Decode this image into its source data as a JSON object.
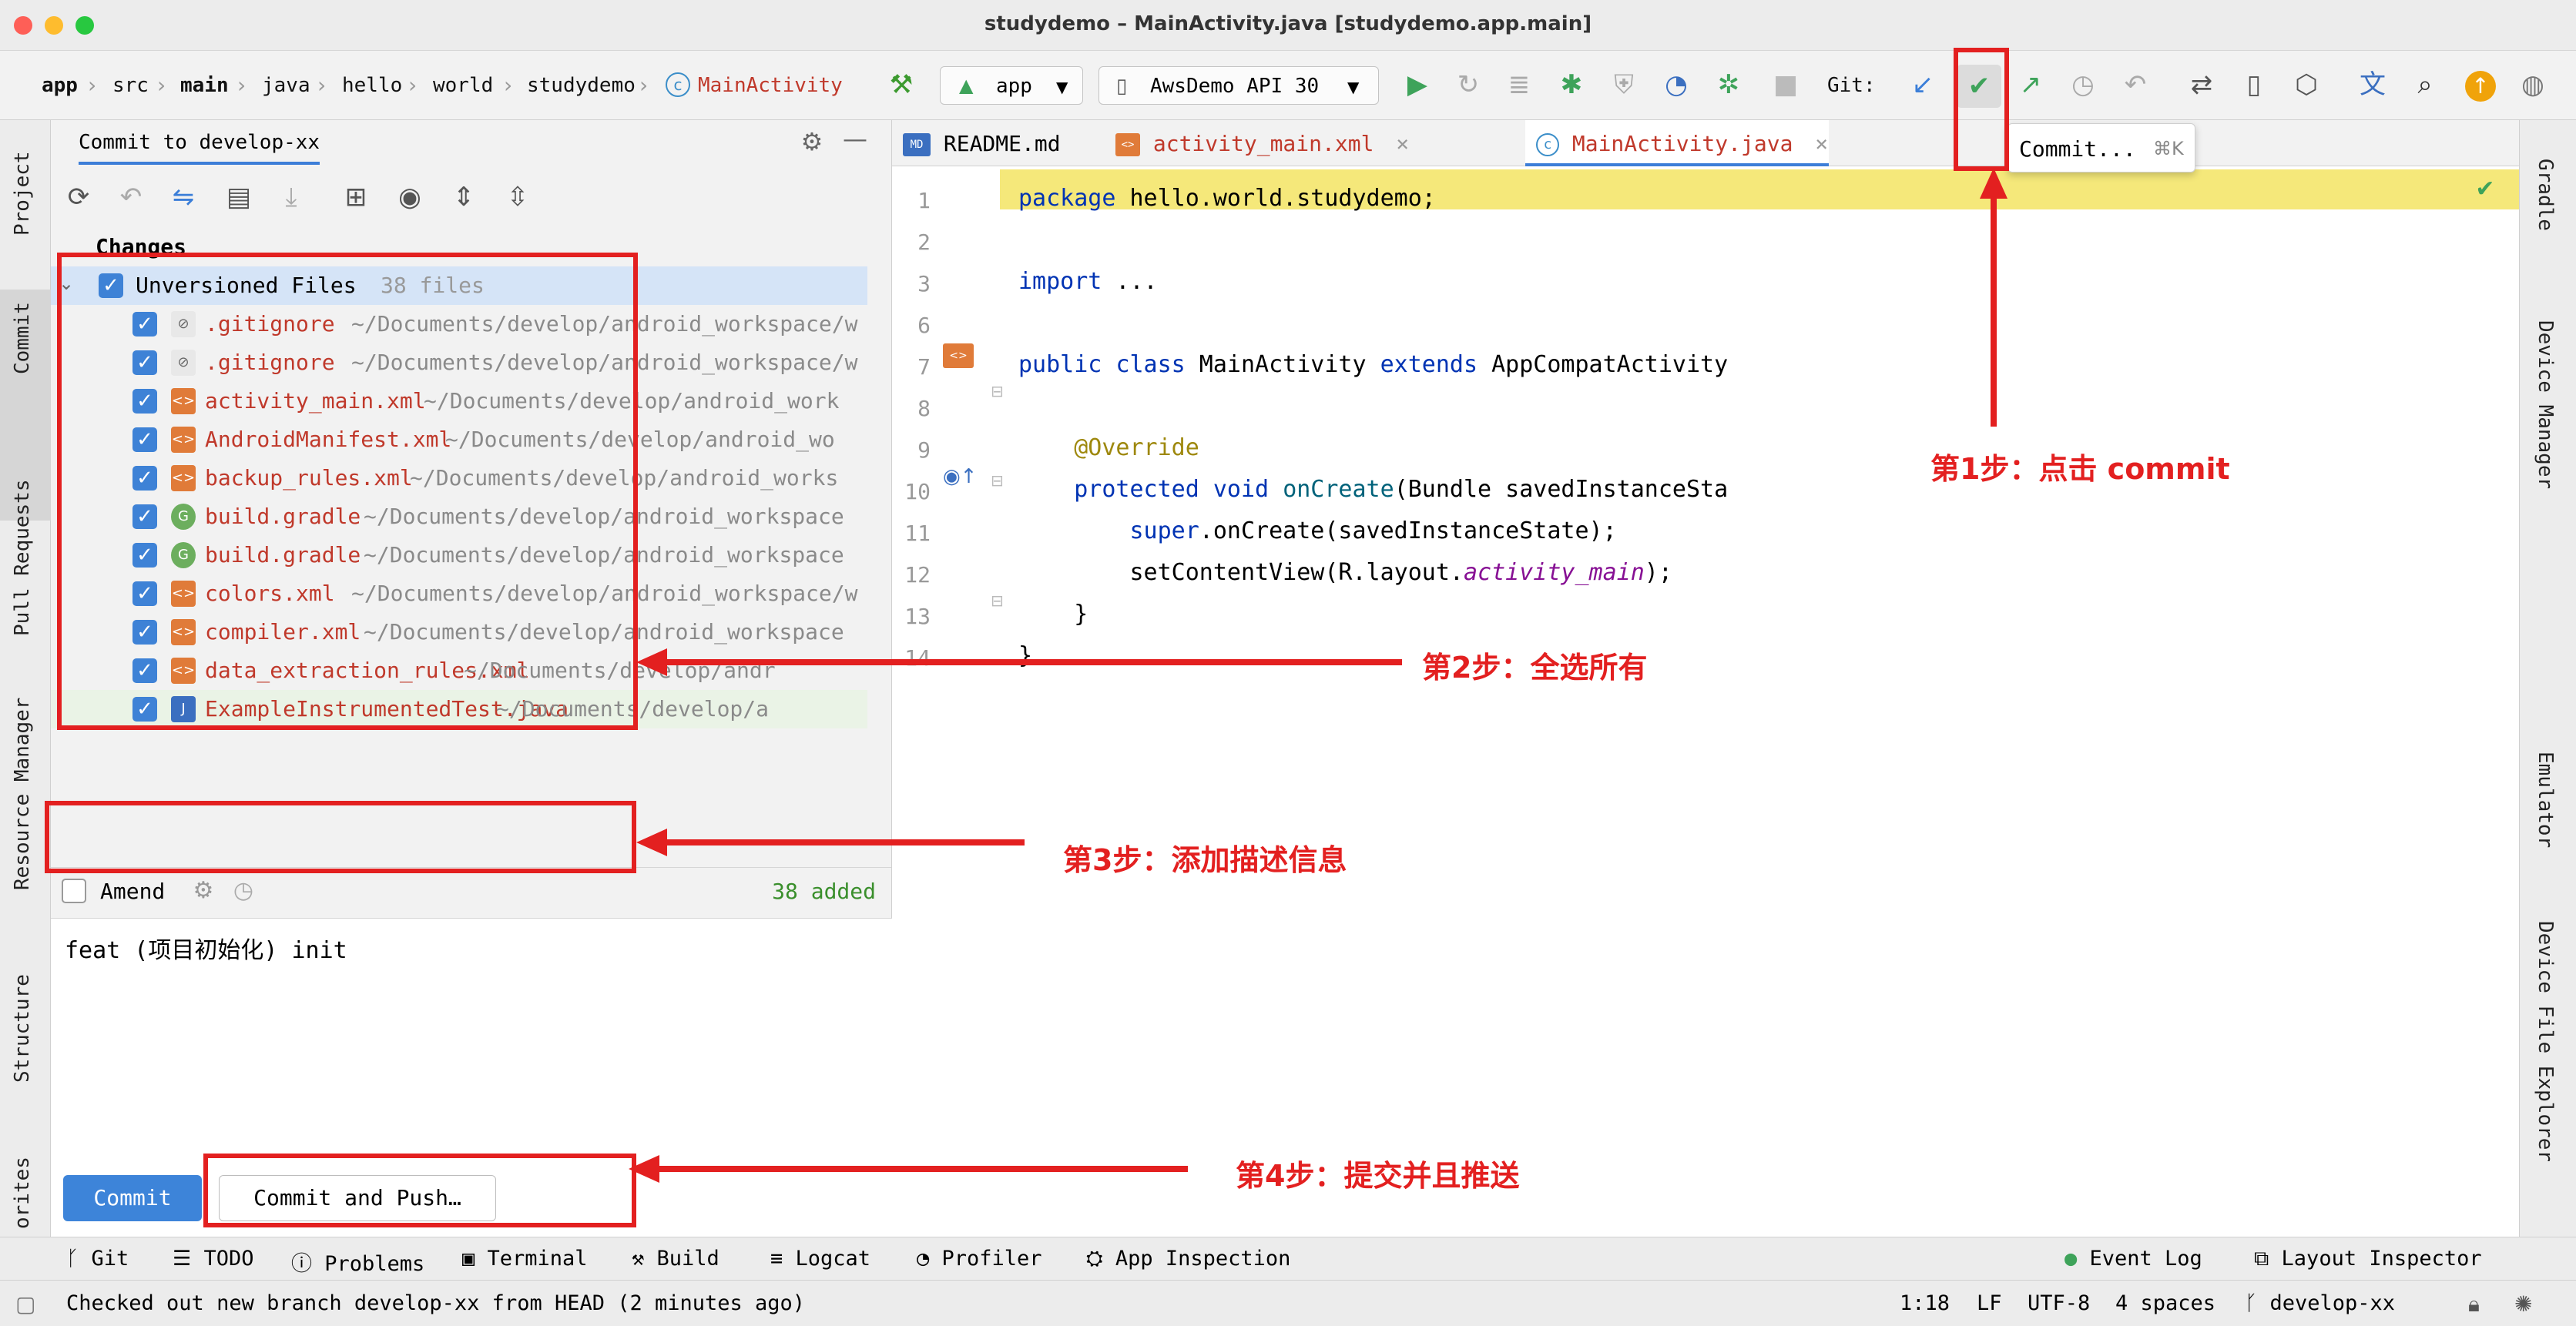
{
  "window": {
    "title": "studydemo – MainActivity.java [studydemo.app.main]"
  },
  "breadcrumbs": [
    "app",
    "src",
    "main",
    "java",
    "hello",
    "world",
    "studydemo",
    "MainActivity"
  ],
  "toolbar": {
    "config": "app",
    "device": "AwsDemo API 30",
    "git_label": "Git:"
  },
  "tooltip": {
    "label": "Commit...",
    "shortcut": "⌘K"
  },
  "left_tabs": [
    "Project",
    "Commit",
    "Pull Requests",
    "Resource Manager",
    "Structure",
    "orites"
  ],
  "right_tabs": [
    "Gradle",
    "Device Manager",
    "Emulator",
    "Device File Explorer"
  ],
  "commit_panel": {
    "title": "Commit to develop-xx",
    "changes_label": "Changes",
    "group_label": "Unversioned Files",
    "group_count": "38 files",
    "files": [
      {
        "name": ".gitignore",
        "path": "~/Documents/develop/android_workspace/w",
        "icon": "git"
      },
      {
        "name": ".gitignore",
        "path": "~/Documents/develop/android_workspace/w",
        "icon": "git"
      },
      {
        "name": "activity_main.xml",
        "path": "~/Documents/develop/android_work",
        "icon": "xml"
      },
      {
        "name": "AndroidManifest.xml",
        "path": "~/Documents/develop/android_wo",
        "icon": "xml"
      },
      {
        "name": "backup_rules.xml",
        "path": "~/Documents/develop/android_works",
        "icon": "xml"
      },
      {
        "name": "build.gradle",
        "path": "~/Documents/develop/android_workspace",
        "icon": "gradle"
      },
      {
        "name": "build.gradle",
        "path": "~/Documents/develop/android_workspace",
        "icon": "gradle"
      },
      {
        "name": "colors.xml",
        "path": "~/Documents/develop/android_workspace/w",
        "icon": "xml"
      },
      {
        "name": "compiler.xml",
        "path": "~/Documents/develop/android_workspace",
        "icon": "xml"
      },
      {
        "name": "data_extraction_rules.xml",
        "path": "~/Documents/develop/andr",
        "icon": "xml"
      },
      {
        "name": "ExampleInstrumentedTest.java",
        "path": "~/Documents/develop/a",
        "icon": "java"
      }
    ],
    "amend_label": "Amend",
    "added_count": "38 added",
    "message": "feat (项目初始化) init",
    "commit_label": "Commit",
    "commit_push_label": "Commit and Push…"
  },
  "editor": {
    "tabs": [
      {
        "label": "README.md",
        "active": false
      },
      {
        "label": "activity_main.xml",
        "active": false
      },
      {
        "label": "MainActivity.java",
        "active": true
      }
    ],
    "lines": [
      {
        "n": "1",
        "text": "package hello.world.studydemo;"
      },
      {
        "n": "2",
        "text": ""
      },
      {
        "n": "3",
        "text": "import ..."
      },
      {
        "n": "6",
        "text": ""
      },
      {
        "n": "7",
        "text": "public class MainActivity extends AppCompatActivity"
      },
      {
        "n": "8",
        "text": ""
      },
      {
        "n": "9",
        "text": "    @Override"
      },
      {
        "n": "10",
        "text": "    protected void onCreate(Bundle savedInstanceSta"
      },
      {
        "n": "11",
        "text": "        super.onCreate(savedInstanceState);"
      },
      {
        "n": "12",
        "text": "        setContentView(R.layout.activity_main);"
      },
      {
        "n": "13",
        "text": "    }"
      },
      {
        "n": "14",
        "text": "}"
      }
    ]
  },
  "bottom_tools": [
    "Git",
    "TODO",
    "Problems",
    "Terminal",
    "Build",
    "Logcat",
    "Profiler",
    "App Inspection",
    "Event Log",
    "Layout Inspector"
  ],
  "status": {
    "message": "Checked out new branch develop-xx from HEAD (2 minutes ago)",
    "position": "1:18",
    "line_sep": "LF",
    "encoding": "UTF-8",
    "indent": "4 spaces",
    "branch": "develop-xx"
  },
  "annotations": {
    "step1": "第1步：点击 commit",
    "step2": "第2步：全选所有",
    "step3": "第3步：添加描述信息",
    "step4": "第4步：提交并且推送"
  },
  "colors": {
    "accent": "#3d84d9",
    "annotation": "#e32020",
    "highlight_line": "#f5e87a"
  }
}
